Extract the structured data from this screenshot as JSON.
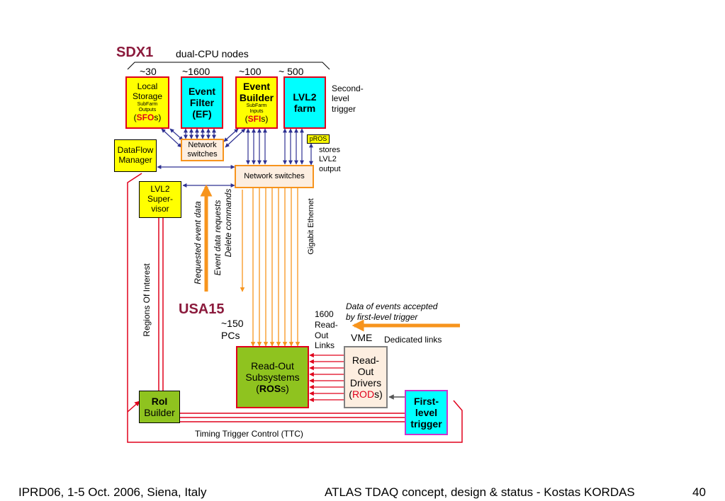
{
  "title_sdx1": "SDX1",
  "title_usa15": "USA15",
  "dual_cpu_label": "dual-CPU nodes",
  "counts": {
    "local": "~30",
    "ef": "~1600",
    "eb": "~100",
    "lvl2": "~ 500"
  },
  "local_storage": {
    "line1": "Local",
    "line2": "Storage",
    "small1": "SubFarm",
    "small2": "Outputs",
    "open": "(",
    "acr": "SFO",
    "tail": "s)"
  },
  "event_filter": {
    "line1": "Event",
    "line2": "Filter",
    "line3": "(EF)"
  },
  "event_builder": {
    "line1": "Event",
    "line2": "Builder",
    "small1": "SubFarm",
    "small2": "Inputs",
    "open": "(",
    "acr": "SFI",
    "tail": "s)"
  },
  "lvl2_farm": {
    "line1": "LVL2",
    "line2": "farm"
  },
  "second_level": {
    "line1": "Second-",
    "line2": "level",
    "line3": "trigger"
  },
  "network_switches_small": {
    "line1": "Network",
    "line2": "switches"
  },
  "pros": {
    "label": "pROS",
    "note1": "stores",
    "note2": "LVL2",
    "note3": "output"
  },
  "dataflow_manager": {
    "line1": "DataFlow",
    "line2": "Manager"
  },
  "network_switches_main": "Network switches",
  "lvl2_supervisor": {
    "line1": "LVL2",
    "line2": "Super-",
    "line3": "visor"
  },
  "requested_event_data": "Requested event data",
  "event_data_requests": "Event data requests",
  "delete_commands": "Delete commands",
  "gigabit_ethernet": "Gigabit Ethernet",
  "regions_of_interest": "Regions Of Interest",
  "pcs": {
    "line1": "~150",
    "line2": "PCs"
  },
  "read_out_links": {
    "line1": "1600",
    "line2": "Read-",
    "line3": "Out",
    "line4": "Links"
  },
  "data_accepted": {
    "line1": "Data of events accepted",
    "line2": "by first-level trigger"
  },
  "vme": "VME",
  "dedicated_links": "Dedicated links",
  "ros": {
    "line1": "Read-Out",
    "line2": "Subsystems",
    "open": "(",
    "acr": "ROS",
    "tail": "s)"
  },
  "rod": {
    "line1": "Read-",
    "line2": "Out",
    "line3": "Drivers",
    "open": "(",
    "acr": "ROD",
    "tail": "s)"
  },
  "roi_builder": {
    "line1": "RoI",
    "line2": "Builder"
  },
  "first_level": {
    "line1": "First-",
    "line2": "level",
    "line3": "trigger"
  },
  "ttc": "Timing Trigger Control (TTC)",
  "footer": {
    "left": "IPRD06, 1-5 Oct. 2006, Siena, Italy",
    "center": "ATLAS TDAQ concept, design & status - Kostas KORDAS",
    "page": "40"
  },
  "colors": {
    "red": "#e0001b",
    "orange": "#f7941d",
    "blue": "#2e3192",
    "yellow": "#ffff00",
    "cyan": "#00ffff",
    "green": "#8fc31f",
    "title": "#8b1a3c"
  }
}
